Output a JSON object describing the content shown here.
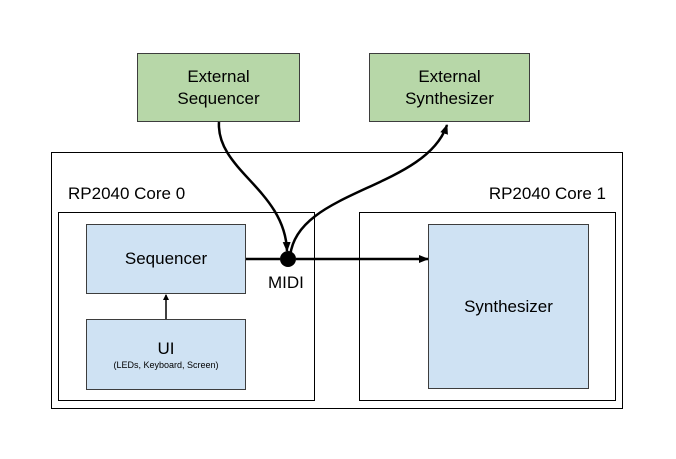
{
  "boxes": {
    "external_sequencer": {
      "line1": "External",
      "line2": "Sequencer"
    },
    "external_synthesizer": {
      "line1": "External",
      "line2": "Synthesizer"
    },
    "sequencer": {
      "label": "Sequencer"
    },
    "ui": {
      "label": "UI",
      "sublabel": "(LEDs, Keyboard, Screen)"
    },
    "synthesizer": {
      "label": "Synthesizer"
    }
  },
  "regions": {
    "core0": {
      "label": "RP2040 Core 0"
    },
    "core1": {
      "label": "RP2040 Core 1"
    }
  },
  "midi": {
    "label": "MIDI"
  },
  "colors": {
    "external": "#b7d7a8",
    "internal": "#cfe2f3",
    "line": "#000000"
  }
}
